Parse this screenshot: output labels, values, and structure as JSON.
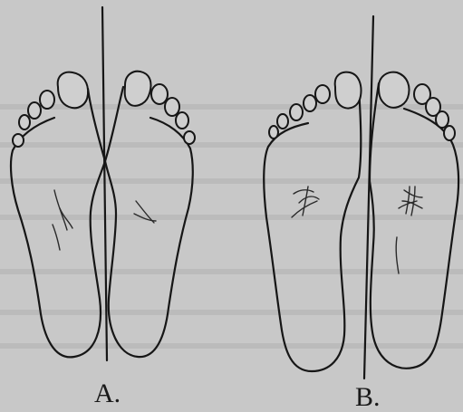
{
  "figure": {
    "panels": [
      {
        "id": "A",
        "label": "A."
      },
      {
        "id": "B",
        "label": "B."
      }
    ],
    "colors": {
      "paper": "#c8c8c8",
      "ink": "#161616"
    }
  }
}
